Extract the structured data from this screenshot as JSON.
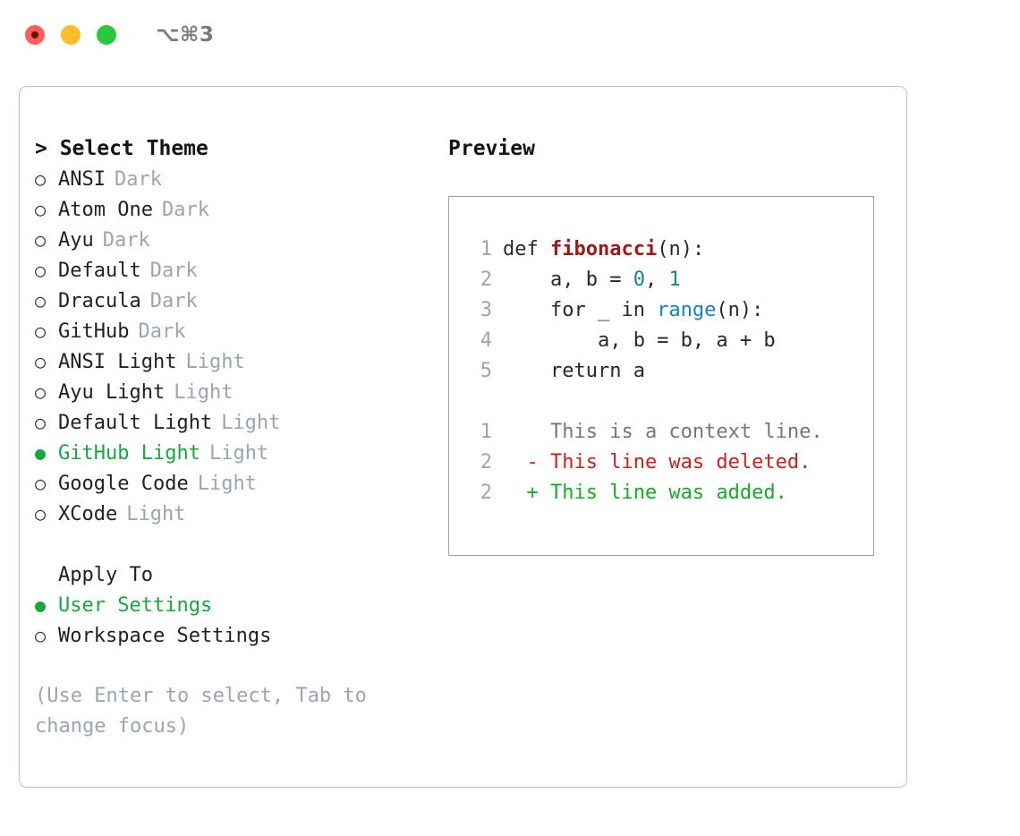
{
  "titlebar": {
    "shortcut": "⌥⌘3",
    "lights": [
      "record-red",
      "minimize-yellow",
      "maximize-green"
    ]
  },
  "left": {
    "title": "> Select Theme",
    "themes": [
      {
        "marker": "○",
        "label": "ANSI",
        "variant": "Dark",
        "selected": false
      },
      {
        "marker": "○",
        "label": "Atom One",
        "variant": "Dark",
        "selected": false
      },
      {
        "marker": "○",
        "label": "Ayu",
        "variant": "Dark",
        "selected": false
      },
      {
        "marker": "○",
        "label": "Default",
        "variant": "Dark",
        "selected": false
      },
      {
        "marker": "○",
        "label": "Dracula",
        "variant": "Dark",
        "selected": false
      },
      {
        "marker": "○",
        "label": "GitHub",
        "variant": "Dark",
        "selected": false
      },
      {
        "marker": "○",
        "label": "ANSI Light",
        "variant": "Light",
        "selected": false
      },
      {
        "marker": "○",
        "label": "Ayu Light",
        "variant": "Light",
        "selected": false
      },
      {
        "marker": "○",
        "label": "Default Light",
        "variant": "Light",
        "selected": false
      },
      {
        "marker": "●",
        "label": "GitHub Light",
        "variant": "Light",
        "selected": true
      },
      {
        "marker": "○",
        "label": "Google Code",
        "variant": "Light",
        "selected": false
      },
      {
        "marker": "○",
        "label": "XCode",
        "variant": "Light",
        "selected": false
      }
    ],
    "apply_to": {
      "title": "Apply To",
      "options": [
        {
          "marker": "●",
          "label": "User Settings",
          "selected": true
        },
        {
          "marker": "○",
          "label": "Workspace Settings",
          "selected": false
        }
      ]
    },
    "hint": "(Use Enter to select, Tab to change focus)"
  },
  "right": {
    "title": "Preview",
    "code_lines": [
      {
        "no": "1",
        "tokens": [
          {
            "t": "def ",
            "k": "plain"
          },
          {
            "t": "fibonacci",
            "k": "fn"
          },
          {
            "t": "(n):",
            "k": "plain"
          }
        ]
      },
      {
        "no": "2",
        "tokens": [
          {
            "t": "    a, b = ",
            "k": "plain"
          },
          {
            "t": "0",
            "k": "num"
          },
          {
            "t": ", ",
            "k": "plain"
          },
          {
            "t": "1",
            "k": "num"
          }
        ]
      },
      {
        "no": "3",
        "tokens": [
          {
            "t": "    for _ in ",
            "k": "plain"
          },
          {
            "t": "range",
            "k": "call"
          },
          {
            "t": "(n):",
            "k": "plain"
          }
        ]
      },
      {
        "no": "4",
        "tokens": [
          {
            "t": "        a, b = b, a + b",
            "k": "plain"
          }
        ]
      },
      {
        "no": "5",
        "tokens": [
          {
            "t": "    return a",
            "k": "plain"
          }
        ]
      }
    ],
    "diff_lines": [
      {
        "no": "1",
        "sign": "  ",
        "text": "This is a context line.",
        "kind": "ctx"
      },
      {
        "no": "2",
        "sign": "- ",
        "text": "This line was deleted.",
        "kind": "del"
      },
      {
        "no": "2",
        "sign": "+ ",
        "text": "This line was added.",
        "kind": "add"
      }
    ]
  },
  "colors": {
    "accent_green": "#15a83a",
    "muted": "#9aa5b1",
    "text": "#1d2125",
    "border": "#b9c2ce",
    "preview_border": "#95a1b0",
    "diff_delete": "#cc1f1f",
    "diff_add": "#12b021",
    "fn_red": "#9d1818",
    "call_blue": "#1281c4",
    "num_teal": "#0f8a80"
  }
}
